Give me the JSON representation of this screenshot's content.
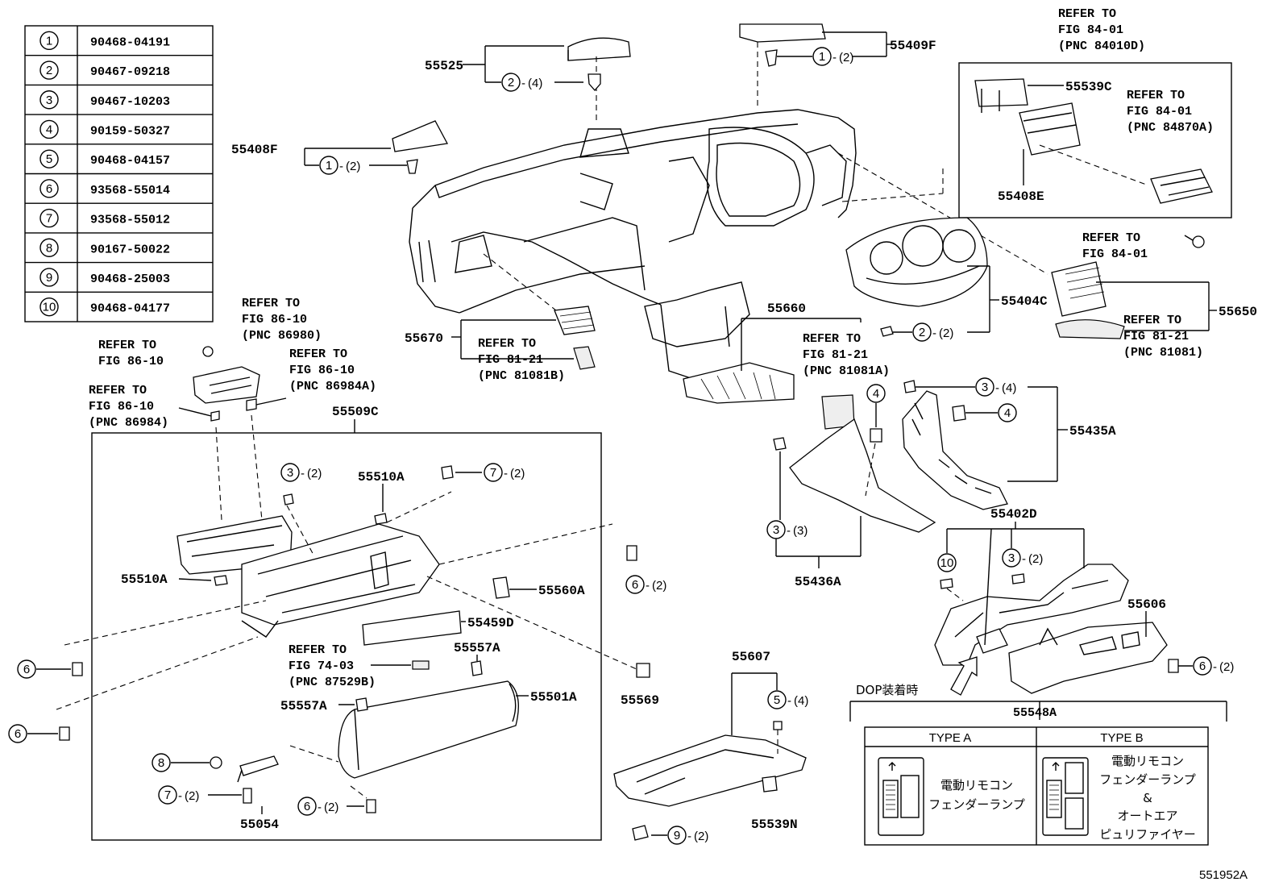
{
  "parts_table": [
    {
      "num": "1",
      "code": "90468-04191"
    },
    {
      "num": "2",
      "code": "90467-09218"
    },
    {
      "num": "3",
      "code": "90467-10203"
    },
    {
      "num": "4",
      "code": "90159-50327"
    },
    {
      "num": "5",
      "code": "90468-04157"
    },
    {
      "num": "6",
      "code": "93568-55014"
    },
    {
      "num": "7",
      "code": "93568-55012"
    },
    {
      "num": "8",
      "code": "90167-50022"
    },
    {
      "num": "9",
      "code": "90468-25003"
    },
    {
      "num": "10",
      "code": "90468-04177"
    }
  ],
  "part_labels": {
    "p55525": "55525",
    "p55409F": "55409F",
    "p55408F": "55408F",
    "p55539C": "55539C",
    "p55408E": "55408E",
    "p55650": "55650",
    "p55404C": "55404C",
    "p55660": "55660",
    "p55670": "55670",
    "p55509C": "55509C",
    "p55510A_top": "55510A",
    "p55510A_left": "55510A",
    "p55560A": "55560A",
    "p55459D": "55459D",
    "p55557A_top": "55557A",
    "p55557A_left": "55557A",
    "p55501A": "55501A",
    "p55569": "55569",
    "p55054": "55054",
    "p55607": "55607",
    "p55539N": "55539N",
    "p55435A": "55435A",
    "p55436A": "55436A",
    "p55402D": "55402D",
    "p55606": "55606",
    "p55548A": "55548A",
    "fig_code": "551952A"
  },
  "qty": {
    "q55525": "(4)",
    "q55409F": "(2)",
    "q55408F": "(2)",
    "q55404C": "(2)",
    "q3a": "(4)",
    "q3b": "(3)",
    "q3c": "(2)",
    "q3d": "(2)",
    "q7a": "(2)",
    "q7b": "(2)",
    "q6a": "(2)",
    "q6b": "(2)",
    "q6c": "(2)",
    "q5": "(4)",
    "q9": "(2)",
    "q6d": "(2)"
  },
  "refs": {
    "r84_01_a": [
      "REFER TO",
      "FIG 84-01",
      "(PNC 84010D)"
    ],
    "r84_01_b": [
      "REFER TO",
      "FIG 84-01",
      "(PNC 84870A)"
    ],
    "r84_01_c": [
      "REFER TO",
      "FIG 84-01"
    ],
    "r81_21_a": [
      "REFER TO",
      "FIG 81-21",
      "(PNC 81081)"
    ],
    "r81_21_b": [
      "REFER TO",
      "FIG 81-21",
      "(PNC 81081B)"
    ],
    "r81_21_c": [
      "REFER TO",
      "FIG 81-21",
      "(PNC 81081A)"
    ],
    "r86_10_a": [
      "REFER TO",
      "FIG 86-10",
      "(PNC 86980)"
    ],
    "r86_10_b": [
      "REFER TO",
      "FIG 86-10"
    ],
    "r86_10_c": [
      "REFER TO",
      "FIG 86-10",
      "(PNC 86984A)"
    ],
    "r86_10_d": [
      "REFER TO",
      "FIG 86-10",
      "(PNC 86984)"
    ],
    "r74_03": [
      "REFER TO",
      "FIG 74-03",
      "(PNC 87529B)"
    ]
  },
  "dop": {
    "header": "DOP装着時",
    "type_a": "TYPE A",
    "type_b": "TYPE B",
    "type_a_lines": [
      "電動リモコン",
      "フェンダーランプ"
    ],
    "type_b_lines": [
      "電動リモコン",
      "フェンダーランプ",
      "&",
      "オートエア",
      "ピュリファイヤー"
    ]
  }
}
